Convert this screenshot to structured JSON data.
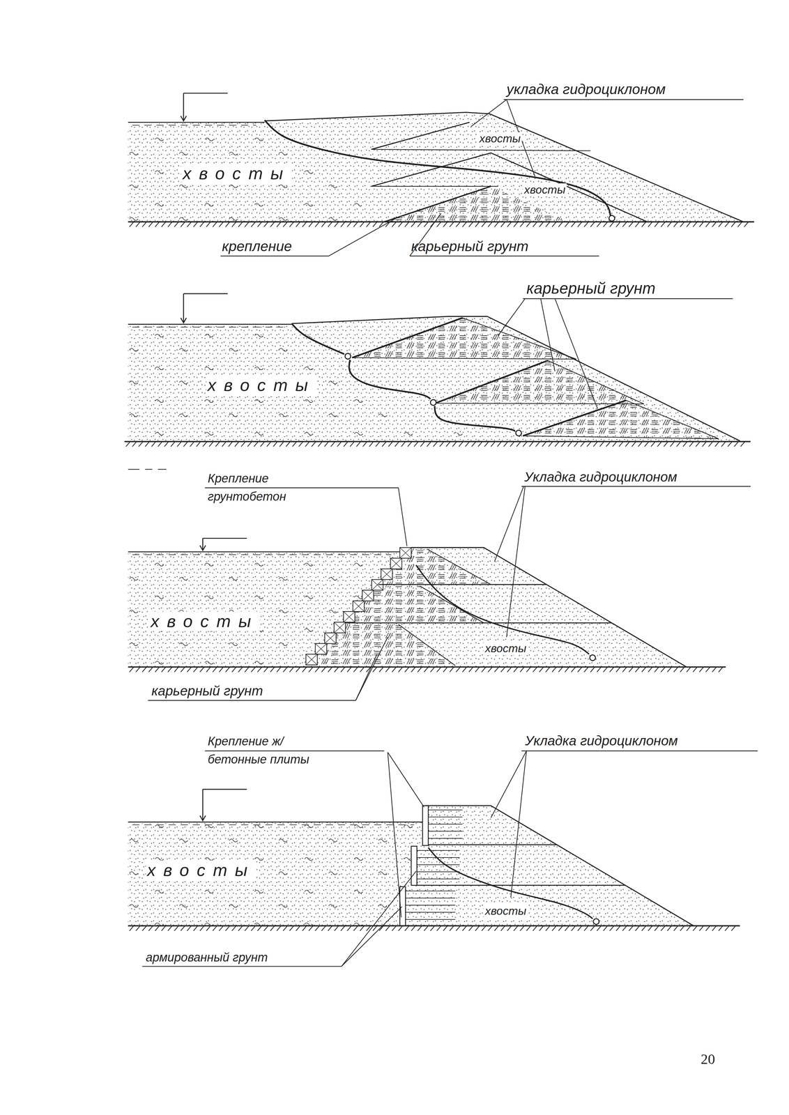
{
  "diagram": {
    "labels": [
      "укладка гидроциклоном",
      "хвосты",
      "хвосты",
      "хвосты",
      "крепление",
      "карьерный грунт",
      "карьерный грунт",
      "хвосты",
      "Крепление грунтобетон",
      "Укладка гидроциклоном",
      "хвосты",
      "хвосты",
      "карьерный грунт",
      "Крепление ж/бетонные плиты",
      "Укладка гидроциклоном",
      "хвосты",
      "хвосты",
      "армированный грунт",
      "20"
    ]
  }
}
